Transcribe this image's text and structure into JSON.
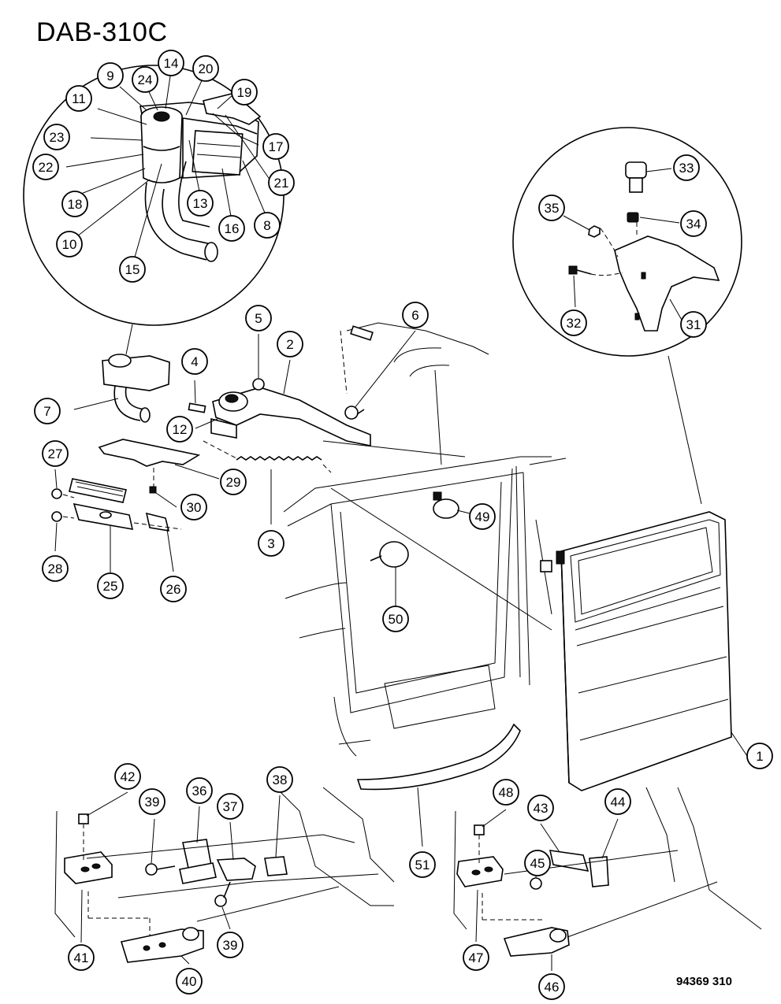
{
  "diagram": {
    "code": "DAB-310C",
    "figure_number": "94369 310",
    "callouts": [
      "1",
      "2",
      "3",
      "4",
      "5",
      "6",
      "7",
      "8",
      "9",
      "10",
      "11",
      "12",
      "13",
      "14",
      "15",
      "16",
      "17",
      "18",
      "19",
      "20",
      "21",
      "22",
      "23",
      "24",
      "25",
      "26",
      "27",
      "28",
      "29",
      "30",
      "31",
      "32",
      "33",
      "34",
      "35",
      "36",
      "37",
      "38",
      "39",
      "39",
      "40",
      "41",
      "42",
      "43",
      "44",
      "45",
      "46",
      "47",
      "48",
      "49",
      "50",
      "51"
    ]
  }
}
